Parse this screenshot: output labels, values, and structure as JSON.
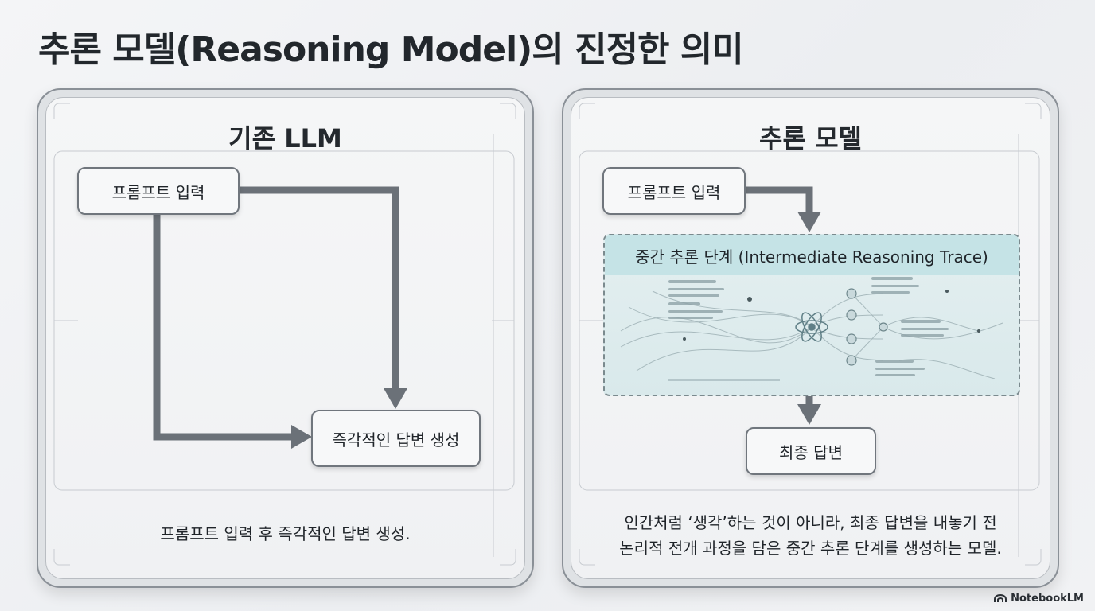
{
  "title": "추론 모델(Reasoning Model)의 진정한 의미",
  "left_panel": {
    "heading": "기존 LLM",
    "input_box": "프롬프트 입력",
    "output_box": "즉각적인 답변 생성",
    "caption": "프롬프트 입력 후 즉각적인 답변 생성."
  },
  "right_panel": {
    "heading": "추론 모델",
    "input_box": "프롬프트 입력",
    "trace_label": "중간 추론 단계 (Intermediate Reasoning Trace)",
    "output_box": "최종 답변",
    "caption_line1": "인간처럼 ‘생각’하는 것이 아니라, 최종 답변을 내놓기 전",
    "caption_line2": "논리적 전개 과정을 담은 중간 추론 단계를 생성하는 모델."
  },
  "logo": {
    "text": "NotebookLM",
    "icon": "notebooklm-logo-icon"
  },
  "colors": {
    "arrow": "#6b7178",
    "trace_header": "#c5e3e6",
    "trace_body": "#dcebed"
  }
}
